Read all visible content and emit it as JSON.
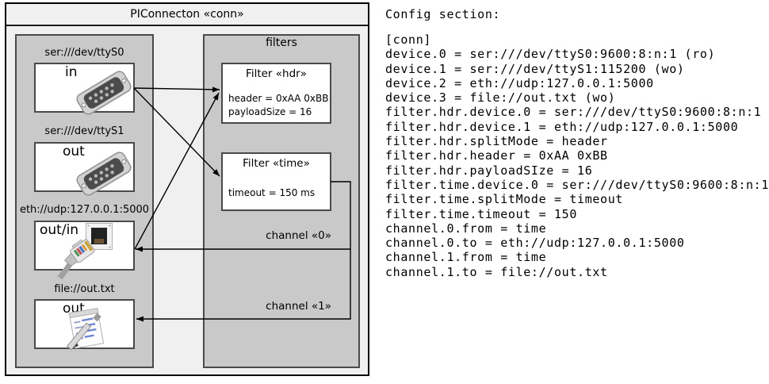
{
  "diagram": {
    "title": "PIConnecton «conn»",
    "devices": [
      {
        "label": "ser:///dev/ttyS0",
        "port": "in",
        "icon": "db9-serial-connector-icon"
      },
      {
        "label": "ser:///dev/ttyS1",
        "port": "out",
        "icon": "db9-serial-connector-icon"
      },
      {
        "label": "eth://udp:127.0.0.1:5000",
        "port": "out/in",
        "icon": "ethernet-port-and-plug-icon"
      },
      {
        "label": "file://out.txt",
        "port": "out",
        "icon": "notepad-pencil-icon"
      }
    ],
    "filters_panel": {
      "title": "filters"
    },
    "filters": [
      {
        "title": "Filter «hdr»",
        "attrs": [
          "header = 0xAA 0xBB",
          "payloadSize = 16"
        ]
      },
      {
        "title": "Filter «time»",
        "attrs": [
          "timeout = 150 ms"
        ]
      }
    ],
    "channels": [
      {
        "label": "channel «0»"
      },
      {
        "label": "channel «1»"
      }
    ]
  },
  "config": {
    "heading": "Config section:",
    "lines": [
      "[conn]",
      "device.0 = ser:///dev/ttyS0:9600:8:n:1 (ro)",
      "device.1 = ser:///dev/ttyS1:115200 (wo)",
      "device.2 = eth://udp:127.0.0.1:5000",
      "device.3 = file://out.txt (wo)",
      "filter.hdr.device.0 = ser:///dev/ttyS0:9600:8:n:1",
      "filter.hdr.device.1 = eth://udp:127.0.0.1:5000",
      "filter.hdr.splitMode = header",
      "filter.hdr.header = 0xAA 0xBB",
      "filter.hdr.payloadSIze = 16",
      "filter.time.device.0 = ser:///dev/ttyS0:9600:8:n:1",
      "filter.time.splitMode = timeout",
      "filter.time.timeout = 150",
      "channel.0.from = time",
      "channel.0.to = eth://udp:127.0.0.1:5000",
      "channel.1.from = time",
      "channel.1.to = file://out.txt"
    ]
  },
  "colors": {
    "outer_fill": "#f0f0f0",
    "panel_fill": "#c9c9c9",
    "panel_border": "#4a4a4a",
    "box_fill": "#ffffff",
    "outer_border": "#000000",
    "line_color": "#000000",
    "text_color": "#000000"
  }
}
